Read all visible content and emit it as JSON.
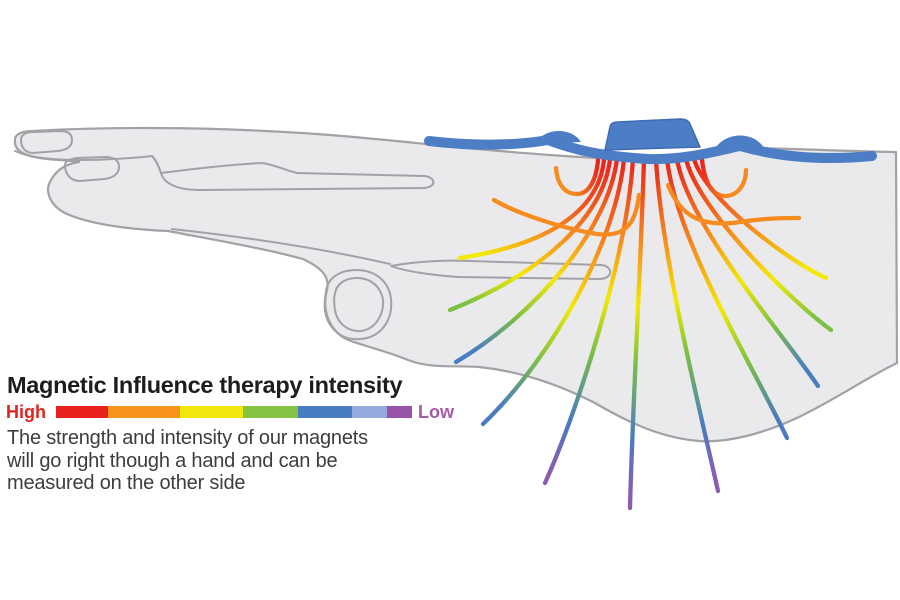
{
  "diagram": {
    "title": "Magnetic Influence therapy intensity",
    "intensity_scale": {
      "high_label": "High",
      "low_label": "Low",
      "segments": [
        {
          "name": "red",
          "color": "#e8231d",
          "width": 52
        },
        {
          "name": "orange",
          "color": "#f7941d",
          "width": 72
        },
        {
          "name": "yellow",
          "color": "#f2e70c",
          "width": 63
        },
        {
          "name": "green",
          "color": "#84c341",
          "width": 55
        },
        {
          "name": "blue",
          "color": "#4a7cc2",
          "width": 54
        },
        {
          "name": "periwinkle",
          "color": "#95a9dc",
          "width": 35
        },
        {
          "name": "purple",
          "color": "#9655a9",
          "width": 25
        }
      ]
    },
    "description_lines": [
      "The strength and intensity of our magnets",
      "will go right though a hand and can be",
      "measured on the other side"
    ],
    "colors": {
      "heading": "#1d1d1d",
      "body": "#3d3d3d",
      "high": "#e3231d",
      "low": "#a35aa8",
      "magnet": "#4d7ec5",
      "magnet_edge": "#3c6bb2",
      "hand_fill": "#eaeaec",
      "hand_line": "#a2a2a6",
      "field": {
        "red": "#e8231d",
        "orange": "#f68b1f",
        "yellow": "#f3e903",
        "green": "#7cc142",
        "blue": "#4a7cc2",
        "purple": "#8a5db3"
      }
    }
  }
}
